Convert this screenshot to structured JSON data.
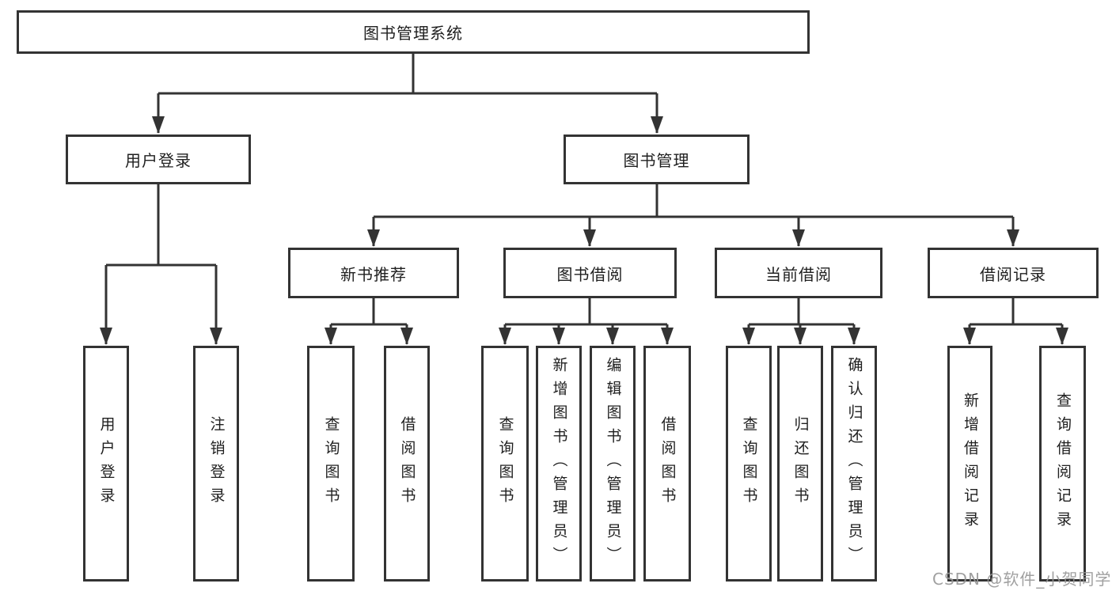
{
  "diagram": {
    "root": {
      "label": "图书管理系统"
    },
    "branches": [
      {
        "label": "用户登录",
        "children": [
          {
            "label": "用户登录"
          },
          {
            "label": "注销登录"
          }
        ]
      },
      {
        "label": "图书管理",
        "children": [
          {
            "label": "新书推荐",
            "children": [
              {
                "label": "查询图书"
              },
              {
                "label": "借阅图书"
              }
            ]
          },
          {
            "label": "图书借阅",
            "children": [
              {
                "label": "查询图书"
              },
              {
                "label": "新增图书（管理员）"
              },
              {
                "label": "编辑图书（管理员）"
              },
              {
                "label": "借阅图书"
              }
            ]
          },
          {
            "label": "当前借阅",
            "children": [
              {
                "label": "查询图书"
              },
              {
                "label": "归还图书"
              },
              {
                "label": "确认归还（管理员）"
              }
            ]
          },
          {
            "label": "借阅记录",
            "children": [
              {
                "label": "新增借阅记录"
              },
              {
                "label": "查询借阅记录"
              }
            ]
          }
        ]
      }
    ]
  },
  "watermark": {
    "text": "CSDN @软件_小贺同学"
  },
  "colors": {
    "line": "#333333",
    "box_border": "#333333",
    "box_fill": "#ffffff",
    "text": "#1f1f1f",
    "watermark": "#969696",
    "background": "#ffffff"
  }
}
